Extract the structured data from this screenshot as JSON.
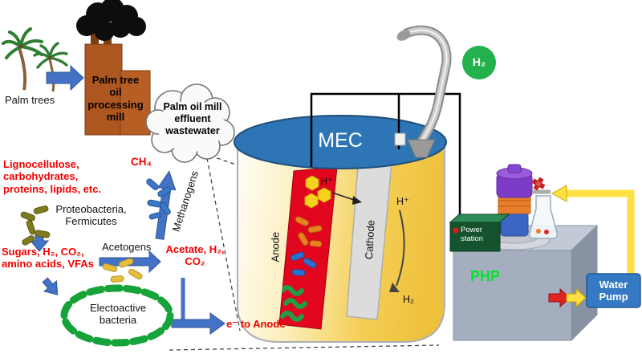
{
  "pipeline": {
    "palm_trees": "Palm trees",
    "mill": "Palm tree\noil\nprocessing\nmill",
    "cloud": "Palm oil mill\neffluent\nwastewater"
  },
  "left_flow": {
    "lignocellulose": "Lignocellulose,\ncarbohydrates,\nproteins, lipids, etc.",
    "proteobacteria": "Proteobacteria,\nFermicutes",
    "sugars": "Sugars, H₂, CO₂,\namino acids, VFAs",
    "acetogens": "Acetogens",
    "acetate": "Acetate, H₂,\nCO₂",
    "ch4": "CH₄",
    "methanogens": "Methanogens",
    "electroactive": "Electoactive\nbacteria",
    "e_to_anode": "e⁻ to Anode"
  },
  "mec": {
    "title": "MEC",
    "anode": "Anode",
    "cathode": "Cathode",
    "h_plus_top": "H⁺",
    "h_plus_right": "H⁺",
    "h2_cathode": "H₂",
    "h2_collected": "H₂"
  },
  "equipment": {
    "power_station": "Power\nstation",
    "php": "PHP",
    "water_pump": "Water\nPump"
  },
  "colors": {
    "arrow_blue": "#4472C4",
    "red_text": "#F40000",
    "mec_lid_blue": "#2E75B6",
    "h2_ball_green": "#23B14D",
    "php_text_green": "#00E52E",
    "pump_box_blue": "#3579C4",
    "anode_red": "#E2051E",
    "beaker_gold": "#F2C94C",
    "mill_brown": "#AD5620",
    "yellow_flow": "#FFE043"
  }
}
